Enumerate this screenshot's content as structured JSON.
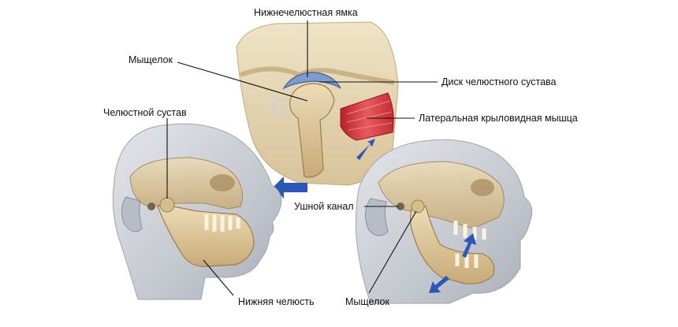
{
  "labels": {
    "fossa": "Нижнечелюстная ямка",
    "condyle_top": "Мыщелок",
    "disc": "Диск челюстного сустава",
    "joint": "Челюстной сустав",
    "pterygoid": "Латеральная крыловидная мышца",
    "ear_canal": "Ушной канал",
    "mandible": "Нижняя челюсть",
    "condyle_bottom": "Мыщелок"
  },
  "colors": {
    "skin": "#c9ccd3",
    "skin_shadow": "#9ea3ad",
    "bone": "#dcc497",
    "bone_shadow": "#b89b68",
    "muscle": "#d2323b",
    "disc": "#7d9ccc",
    "arrow": "#2b58b8",
    "leader": "#111111"
  }
}
